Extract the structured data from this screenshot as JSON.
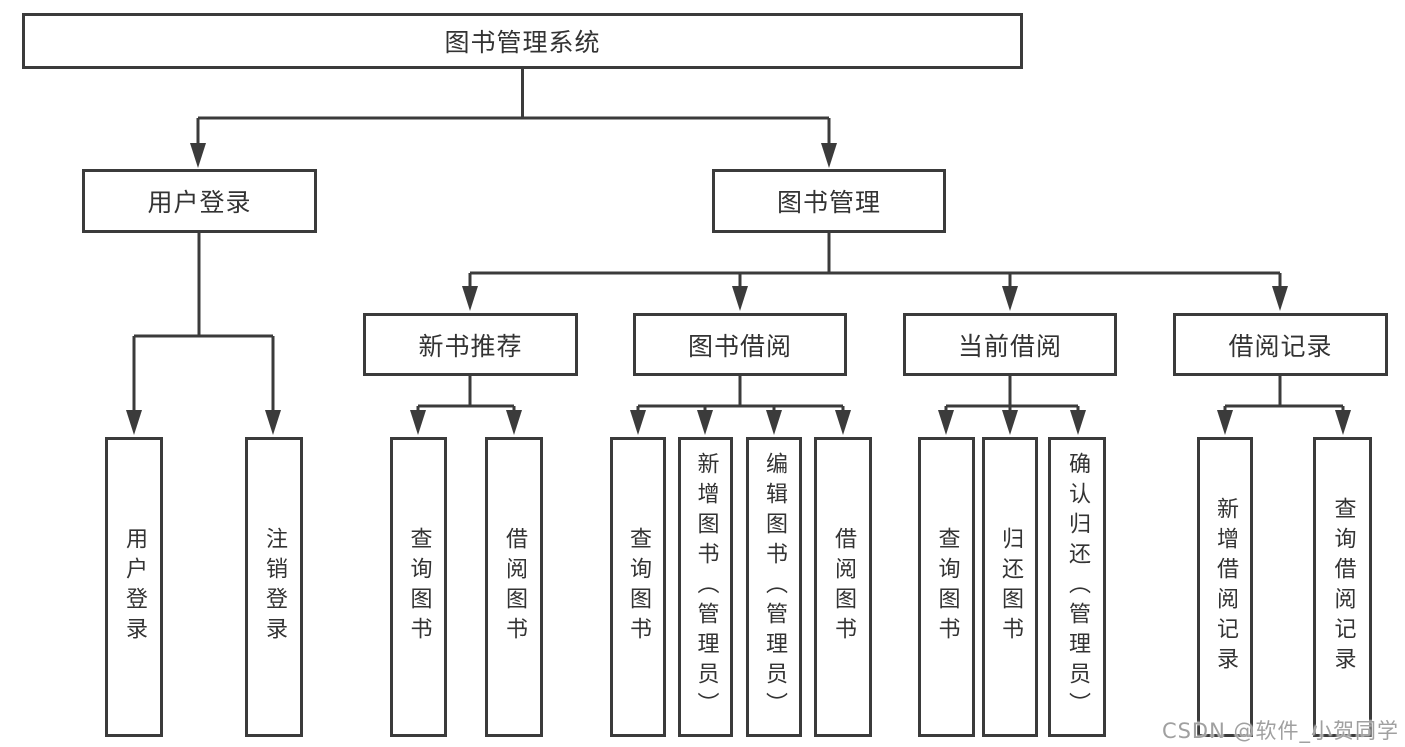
{
  "watermark": "CSDN @软件_小贺同学",
  "colors": {
    "line": "#3b3b3b",
    "text": "#333333",
    "background": "#ffffff",
    "watermark": "#a0a0a0"
  },
  "tree": {
    "label": "图书管理系统",
    "children": [
      {
        "label": "用户登录",
        "children": [
          {
            "label": "用户登录"
          },
          {
            "label": "注销登录"
          }
        ]
      },
      {
        "label": "图书管理",
        "children": [
          {
            "label": "新书推荐",
            "children": [
              {
                "label": "查询图书"
              },
              {
                "label": "借阅图书"
              }
            ]
          },
          {
            "label": "图书借阅",
            "children": [
              {
                "label": "查询图书"
              },
              {
                "label": "新增图书（管理员）"
              },
              {
                "label": "编辑图书（管理员）"
              },
              {
                "label": "借阅图书"
              }
            ]
          },
          {
            "label": "当前借阅",
            "children": [
              {
                "label": "查询图书"
              },
              {
                "label": "归还图书"
              },
              {
                "label": "确认归还（管理员）"
              }
            ]
          },
          {
            "label": "借阅记录",
            "children": [
              {
                "label": "新增借阅记录"
              },
              {
                "label": "查询借阅记录"
              }
            ]
          }
        ]
      }
    ]
  }
}
